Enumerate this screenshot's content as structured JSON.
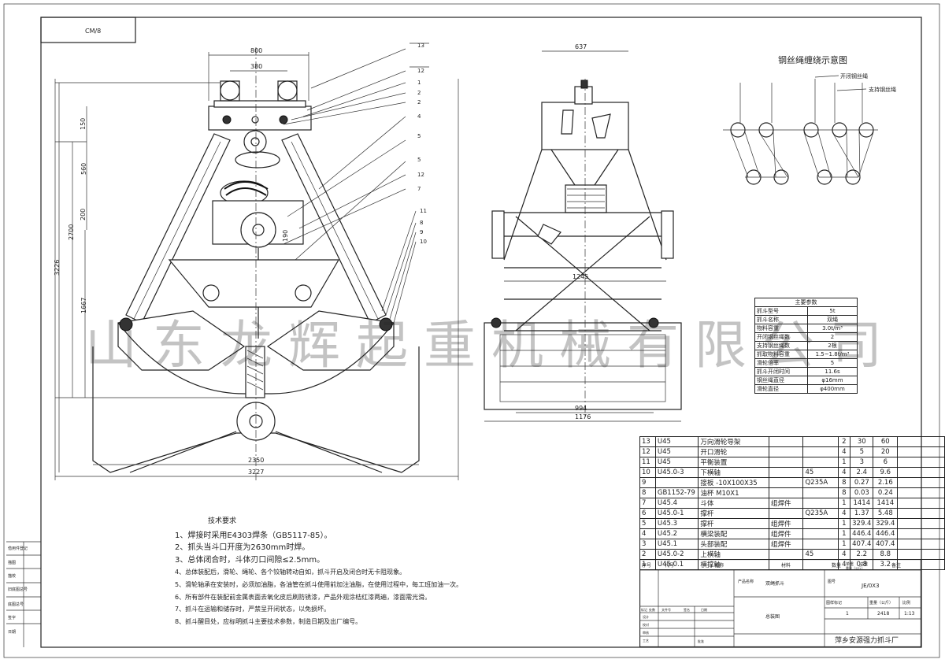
{
  "stamp": "CM/8",
  "dims": {
    "w800": "800",
    "w380": "380",
    "d150": "150",
    "d560": "560",
    "d200": "200",
    "d2700": "2700",
    "d3226": "3226",
    "d1667": "1667",
    "d190": "190",
    "w2350": "2350",
    "w3227": "3227",
    "w637": "637",
    "w1245": "1245",
    "w994": "994",
    "w1176": "1176"
  },
  "callouts": [
    "13",
    "12",
    "1",
    "2",
    "2",
    "4",
    "5",
    "5",
    "12",
    "7",
    "11",
    "8",
    "9",
    "10"
  ],
  "rope_diagram": {
    "title": "钢丝绳缠绕示意图",
    "open_rope": "开闭钢丝绳",
    "support_rope": "支持钢丝绳"
  },
  "params": {
    "title": "主要参数",
    "rows": [
      [
        "抓斗型号",
        "5t"
      ],
      [
        "抓斗名称",
        "双绳"
      ],
      [
        "物料容重",
        "3.0t/m³"
      ],
      [
        "开闭钢丝绳数",
        "2"
      ],
      [
        "支持钢丝绳数",
        "2根"
      ],
      [
        "抓取物料容重",
        "1.5~1.8t/m³"
      ],
      [
        "滑轮倍率",
        "5"
      ],
      [
        "抓斗开闭时间",
        "11.6s"
      ],
      [
        "钢丝绳直径",
        "φ16mm"
      ],
      [
        "滑轮直径",
        "φ400mm"
      ]
    ]
  },
  "notes": {
    "title": "技术要求",
    "items": [
      "1、焊接时采用E4303焊条（GB5117-85）。",
      "2、抓头当斗口开度为2630mm时焊。",
      "3、总体闭合时，斗体刃口间隙≤2.5mm。",
      "4、总体装配后，滑轮、绳轮、各个铰轴转动自如，抓斗开启及闭合时无卡阻现象。",
      "5、滑轮轴承在安装时，必须加油脂，各油管在抓斗使用前加注油脂，在使用过程中，每工班加油一次。",
      "6、所有部件在装配前金属表面去氧化皮后刷防锈漆，产品外观涂桔红漆两遍，漆面需光滑。",
      "7、抓斗在运输和储存时，严禁呈开闭状态，以免损坏。",
      "8、抓斗醒目处，应标明抓斗主要技术参数，制造日期及出厂编号。"
    ]
  },
  "watermark": "山东龙辉起重机械有限公司",
  "bom": {
    "rows": [
      [
        "13",
        "U45",
        "万向滑轮导架",
        "",
        "",
        "2",
        "30",
        "60"
      ],
      [
        "12",
        "U45",
        "开口滑轮",
        "",
        "",
        "4",
        "5",
        "20"
      ],
      [
        "11",
        "U45",
        "平衡装置",
        "",
        "",
        "1",
        "3",
        "6"
      ],
      [
        "10",
        "U45.0-3",
        "下横轴",
        "",
        "45",
        "4",
        "2.4",
        "9.6"
      ],
      [
        "9",
        "",
        "接板 -10X100X35",
        "",
        "Q235A",
        "8",
        "0.27",
        "2.16"
      ],
      [
        "8",
        "GB1152-79",
        "油杯 M10X1",
        "",
        "",
        "8",
        "0.03",
        "0.24"
      ],
      [
        "7",
        "U45.4",
        "斗体",
        "组焊件",
        "",
        "1",
        "1414",
        "1414"
      ],
      [
        "6",
        "U45.0-1",
        "撑杆",
        "",
        "Q235A",
        "4",
        "1.37",
        "5.48"
      ],
      [
        "5",
        "U45.3",
        "撑杆",
        "组焊件",
        "",
        "1",
        "329.4",
        "329.4"
      ],
      [
        "4",
        "U45.2",
        "横梁装配",
        "组焊件",
        "",
        "1",
        "446.4",
        "446.4"
      ],
      [
        "3",
        "U45.1",
        "头部装配",
        "组焊件",
        "",
        "1",
        "407.4",
        "407.4"
      ],
      [
        "2",
        "U45.0-2",
        "上横轴",
        "",
        "45",
        "4",
        "2.2",
        "8.8"
      ],
      [
        "1",
        "U45.0.1",
        "横撑轴",
        "",
        "",
        "4",
        "0.8",
        "3.2"
      ]
    ],
    "header": [
      "序号",
      "代号",
      "名称",
      "材料",
      "数量",
      "单重",
      "总重",
      "备注"
    ],
    "weight_sub": "重量（公斤）"
  },
  "title_block": {
    "product_label": "产品名称",
    "product": "双绳抓斗",
    "drawing_no_label": "图号",
    "drawing_no": "JE/0X3",
    "assembly": "总装图",
    "stage_label": "图样标记",
    "weight_label": "重量（公斤）",
    "scale_label": "比例",
    "qty": "1",
    "weight": "2418",
    "scale": "1:13",
    "company": "萍乡安源强力抓斗厂",
    "rev_cols": [
      "标记",
      "处数",
      "文件号",
      "签名",
      "日期"
    ],
    "roles": [
      "设计",
      "校对",
      "审核",
      "工艺"
    ],
    "approve": "批准"
  },
  "side_labels": [
    "借用件登记",
    "描图",
    "描校",
    "旧底图总号",
    "底图总号",
    "签字",
    "日期"
  ]
}
